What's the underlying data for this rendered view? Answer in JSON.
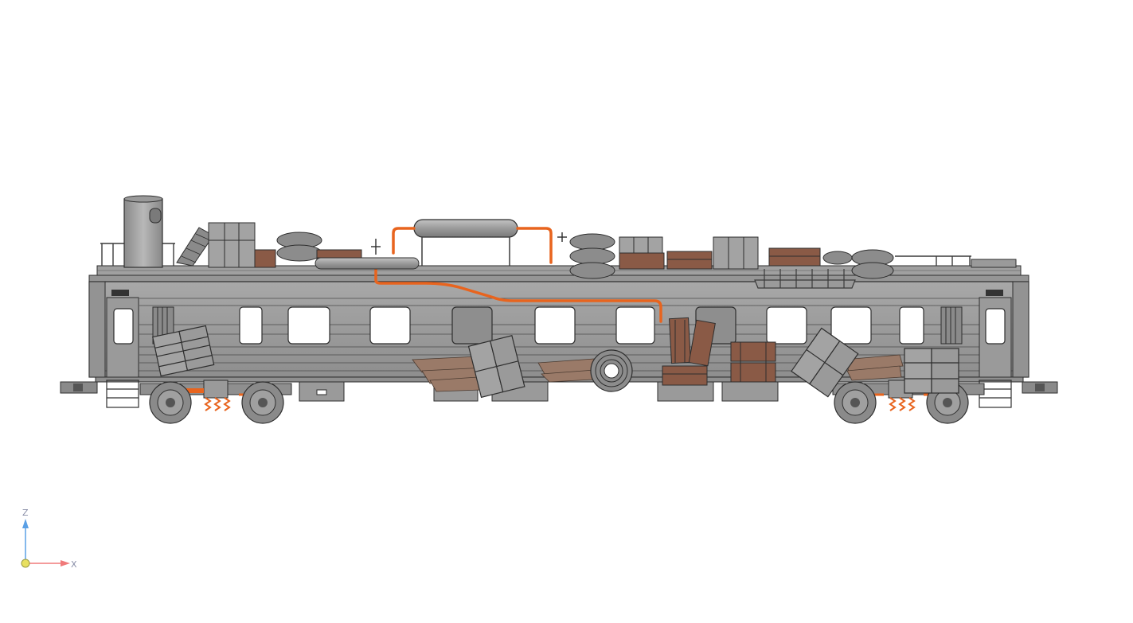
{
  "viewport": {
    "background": "#ffffff"
  },
  "model": {
    "subject": "armored-rail-car",
    "colors": {
      "body": "#9c9c9c",
      "body_dark": "#7c7c7c",
      "outline": "#2e2e2e",
      "window": "#ffffff",
      "pipe": "#e8641e",
      "crate": "#8a5a46",
      "crate_dark": "#6e4535",
      "barrel": "#a3a3a3",
      "tire": "#8c8c8c",
      "plank": "#9a7a68",
      "spring": "#e8641e"
    }
  },
  "axis_triad": {
    "z_label": "Z",
    "x_label": "X",
    "z_color": "#5aa0e6",
    "x_color": "#f07a7a",
    "origin_color": "#e8e060",
    "label_color": "#8a8fa8"
  }
}
